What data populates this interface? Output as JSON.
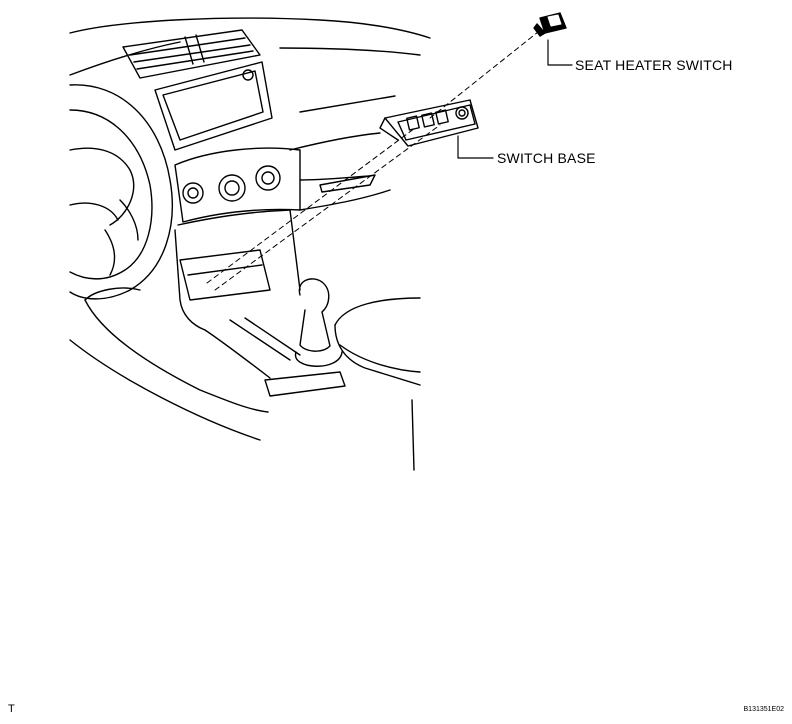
{
  "labels": {
    "seat_heater_switch": "SEAT HEATER SWITCH",
    "switch_base": "SWITCH BASE"
  },
  "corner_mark": "T",
  "figure_id": "B131351E02"
}
